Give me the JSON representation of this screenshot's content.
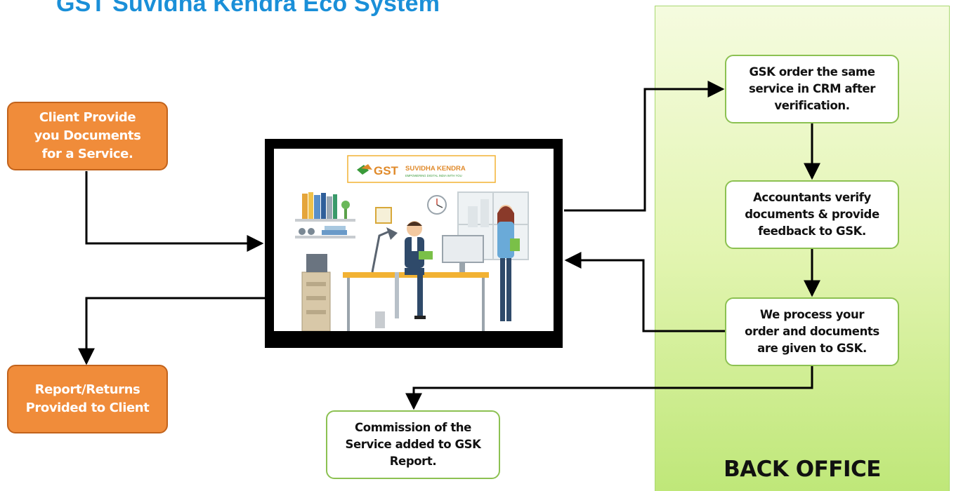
{
  "title": "GST Suvidha Kendra Eco System",
  "back_office_label": "BACK OFFICE",
  "nodes": {
    "client_docs": "Client Provide\nyou Documents\nfor a Service.",
    "report_client": "Report/Returns\nProvided to Client",
    "gsk_order": "GSK order the same\nservice in CRM after\nverification.",
    "accountants": "Accountants verify\ndocuments & provide\nfeedback to GSK.",
    "we_process": "We process your\norder and documents\nare given to GSK.",
    "commission": "Commission of the\nService added to GSK\nReport."
  },
  "logo": {
    "gst": "GST",
    "suvidha": "SUVIDHA KENDRA",
    "tagline": "EMPOWERING DIGITAL INDIA WITH YOU"
  },
  "colors": {
    "title": "#1a8fd8",
    "orange_box": "#f08c3a",
    "green_border": "#8cc152",
    "back_office_bg": "#d9f09a"
  },
  "edges": [
    {
      "from": "client_docs",
      "to": "office_illustration"
    },
    {
      "from": "office_illustration",
      "to": "report_client"
    },
    {
      "from": "office_illustration",
      "to": "gsk_order"
    },
    {
      "from": "gsk_order",
      "to": "accountants"
    },
    {
      "from": "accountants",
      "to": "we_process"
    },
    {
      "from": "we_process",
      "to": "office_illustration"
    },
    {
      "from": "we_process",
      "to": "commission"
    }
  ]
}
